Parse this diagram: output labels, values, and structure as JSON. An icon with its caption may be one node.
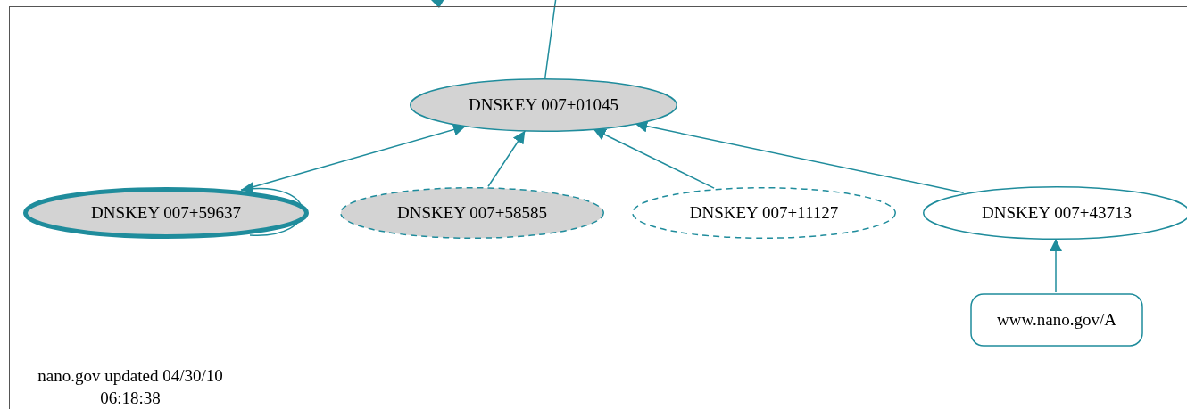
{
  "diagram": {
    "nodes": [
      {
        "text": [
          "nano.gov updated 04/30/10 06:18:38"
        ]
      },
      {
        "text": [
          "DNSKEY 007+01045"
        ],
        "in": 0
      },
      {
        "text": [
          "DNSKEY 007+59637"
        ],
        "in": 0
      },
      {
        "text": [
          "DNSKEY 007+58585"
        ],
        "in": 0
      },
      {
        "text": [
          "DNSKEY 007+11127"
        ],
        "in": 0
      },
      {
        "text": [
          "DNSKEY 007+43713"
        ],
        "in": 0
      },
      {
        "text": [
          "www.nano.gov/A"
        ],
        "in": 0
      }
    ],
    "edges": [
      {
        "from": 1,
        "to": null,
        "arrow": "none"
      },
      {
        "from": 2,
        "to": 1,
        "arrow": "to"
      },
      {
        "from": 2,
        "to": 2,
        "arrow": "to"
      },
      {
        "from": 3,
        "to": 1,
        "arrow": "to"
      },
      {
        "from": 4,
        "to": 1,
        "arrow": "to"
      },
      {
        "from": 5,
        "to": 1,
        "arrow": "to"
      },
      {
        "from": 6,
        "to": 5,
        "arrow": "to"
      }
    ]
  }
}
